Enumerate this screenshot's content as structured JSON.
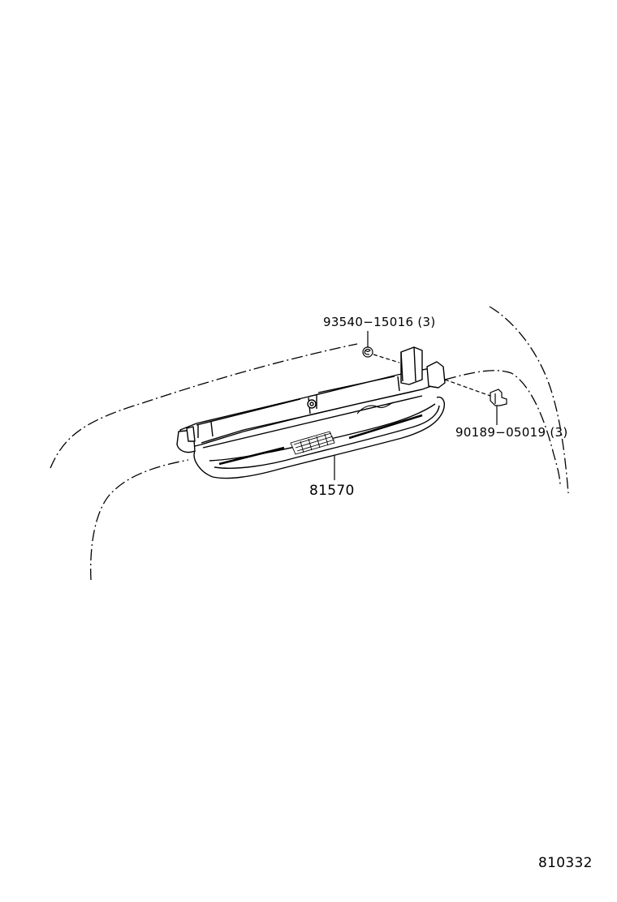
{
  "labels": {
    "clip_part": "93540−15016 (3)",
    "screw_part": "90189−05019 (3)",
    "lamp_part": "81570",
    "diagram_ref": "810332"
  },
  "colors": {
    "line": "#000000",
    "background": "#ffffff"
  }
}
